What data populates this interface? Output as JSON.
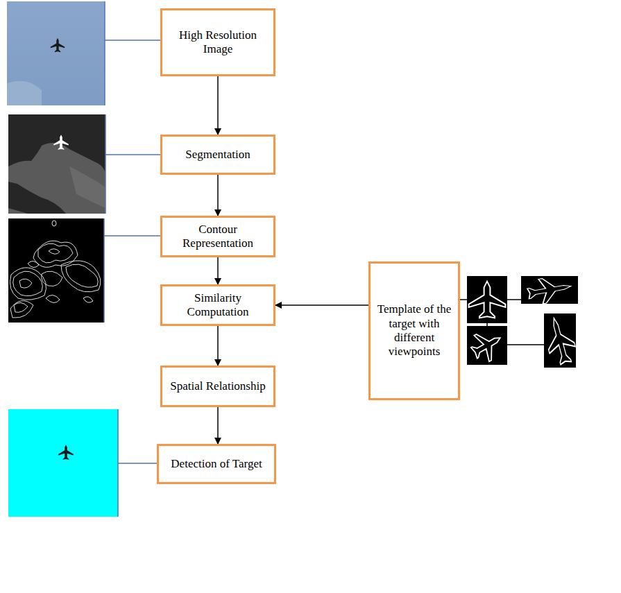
{
  "diagram": {
    "nodes": [
      {
        "text": [
          "High Resolution Image"
        ]
      },
      {
        "text": [
          "Segmentation"
        ]
      },
      {
        "text": [
          "Contour Representation"
        ]
      },
      {
        "text": [
          "Similarity Computation"
        ]
      },
      {
        "text": [
          "Spatial Relationship"
        ]
      },
      {
        "text": [
          "Detection of Target"
        ]
      },
      {
        "text": [
          "Template of the target with different viewpoints"
        ]
      }
    ],
    "edges": [
      {
        "from": 0,
        "to": 1,
        "arrow": "to"
      },
      {
        "from": 1,
        "to": 2,
        "arrow": "to"
      },
      {
        "from": 2,
        "to": 3,
        "arrow": "to"
      },
      {
        "from": 3,
        "to": 4,
        "arrow": "to"
      },
      {
        "from": 4,
        "to": 5,
        "arrow": "to"
      },
      {
        "from": 6,
        "to": 3,
        "arrow": "to"
      }
    ]
  }
}
